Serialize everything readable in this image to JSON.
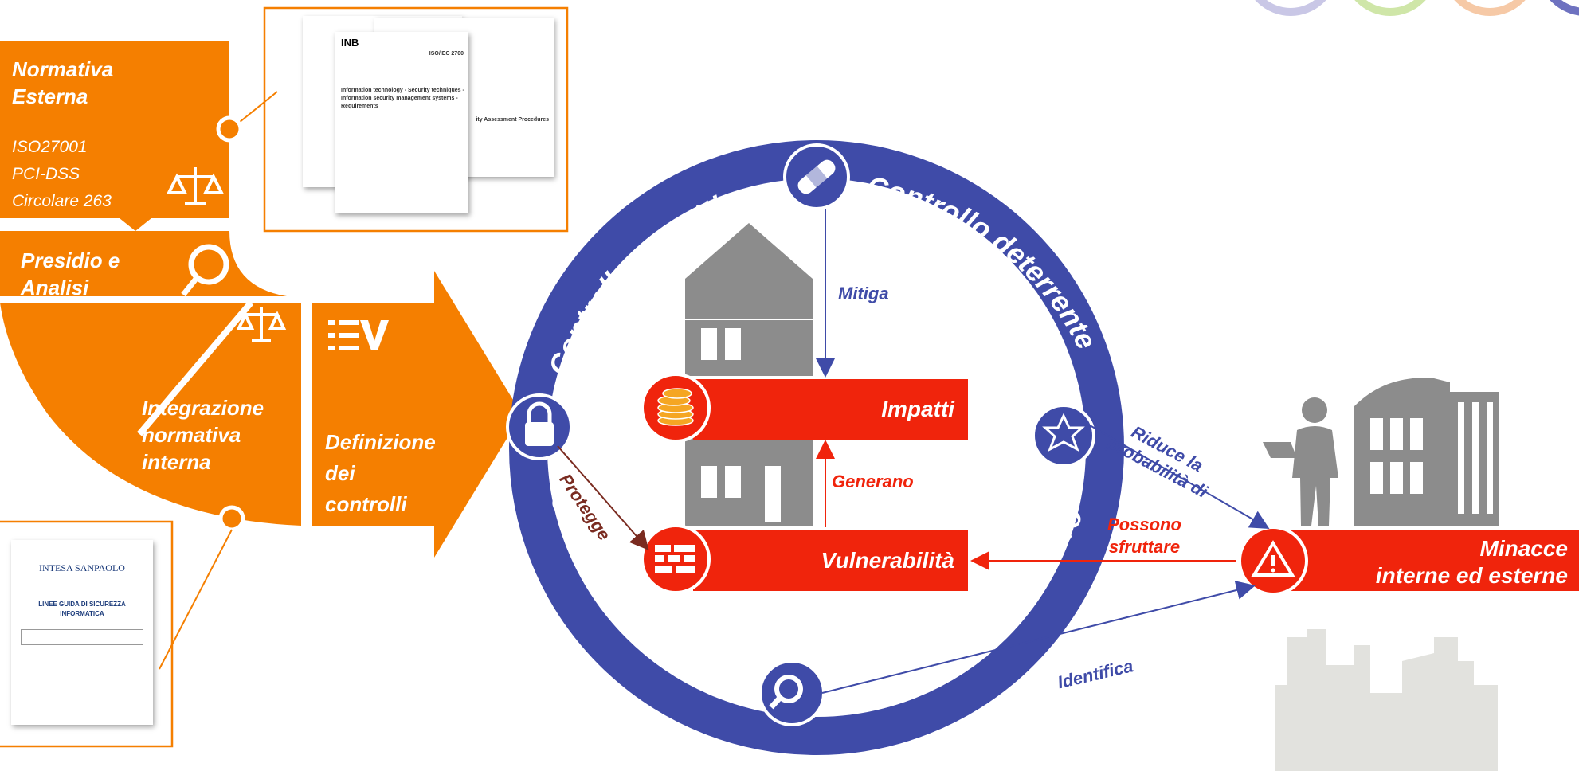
{
  "left_panel": {
    "normativa_esterna": {
      "title_line1": "Normativa",
      "title_line2": "Esterna",
      "items": [
        "ISO27001",
        "PCI-DSS",
        "Circolare 263"
      ]
    },
    "presidio": {
      "line1": "Presidio e",
      "line2": "Analisi"
    },
    "integrazione": {
      "line1": "Integrazione",
      "line2": "normativa",
      "line3": "interna"
    },
    "definizione": {
      "line1": "Definizione",
      "line2": "dei",
      "line3": "controlli"
    }
  },
  "docs": {
    "iso": {
      "header": "INB",
      "code": "ISO/IEC 2700",
      "title_line1": "Information technology - Security techniques -",
      "title_line2": "Information security management systems -",
      "title_line3": "Requirements",
      "back_title": "ity Assessment Procedures"
    },
    "intesa": {
      "brand": "INTESA SANPAOLO",
      "title_line1": "LINEE GUIDA DI SICUREZZA",
      "title_line2": "INFORMATICA"
    }
  },
  "ring": {
    "corrective": "Controllo correttivo",
    "deterrent": "Controllo deterrente",
    "preventive": "Controllo preventivo",
    "investigative": "Controllo investigativo"
  },
  "bars": {
    "impatti": "Impatti",
    "vulnerabilita": "Vulnerabilità",
    "minacce_line1": "Minacce",
    "minacce_line2": "interne ed esterne"
  },
  "arrows": {
    "mitiga": "Mitiga",
    "generano": "Generano",
    "protegge": "Protegge",
    "riduce_line1": "Riduce la",
    "riduce_line2": "probabilità di",
    "possono_line1": "Possono",
    "possono_line2": "sfruttare",
    "identifica": "Identifica"
  },
  "colors": {
    "orange": "#F57F00",
    "ring_blue": "#3F4BA8",
    "red": "#F0240C",
    "grey": "#8C8C8C"
  }
}
